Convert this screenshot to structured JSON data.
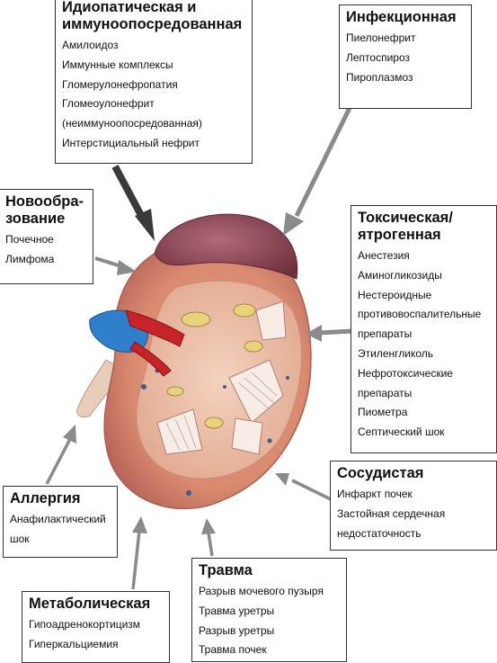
{
  "categories": {
    "idiopathic": {
      "title_lines": [
        "Идиопатическая и",
        "иммуноопосредованная"
      ],
      "items": [
        "Амилоидоз",
        "Иммунные комплексы",
        "Гломерулонефропатия",
        "Гломеоулонефрит",
        "(неиммуноопосредованная)",
        "Интерстициальный нефрит"
      ]
    },
    "infectious": {
      "title_lines": [
        "Инфекционная"
      ],
      "items": [
        "Пиелонефрит",
        "Лептоспироз",
        "Пироплазмоз"
      ]
    },
    "neoplasm": {
      "title_lines": [
        "Новообра-",
        "зование"
      ],
      "items": [
        "Почечное",
        "Лимфома"
      ]
    },
    "toxic": {
      "title_lines": [
        "Токсическая/",
        "ятрогенная"
      ],
      "items": [
        "Анестезия",
        "Аминогликозиды",
        "Нестероидные",
        "противовоспалительные",
        "препараты",
        "Этиленгликоль",
        "Нефротоксические",
        "препараты",
        "Пиометра",
        "Септический шок"
      ]
    },
    "vascular": {
      "title_lines": [
        "Сосудистая"
      ],
      "items": [
        "Инфаркт почек",
        "Застойная сердечная",
        "недостаточность"
      ]
    },
    "allergy": {
      "title_lines": [
        "Аллергия"
      ],
      "items": [
        "Анафилактический",
        "шок"
      ]
    },
    "trauma": {
      "title_lines": [
        "Травма"
      ],
      "items": [
        "Разрыв мочевого пузыря",
        "Травма уретры",
        "Разрыв уретры",
        "Травма почек"
      ]
    },
    "metabolic": {
      "title_lines": [
        "Метаболическая"
      ],
      "items": [
        "Гипоадренокортицизм",
        "Гиперкальциемия"
      ]
    }
  }
}
